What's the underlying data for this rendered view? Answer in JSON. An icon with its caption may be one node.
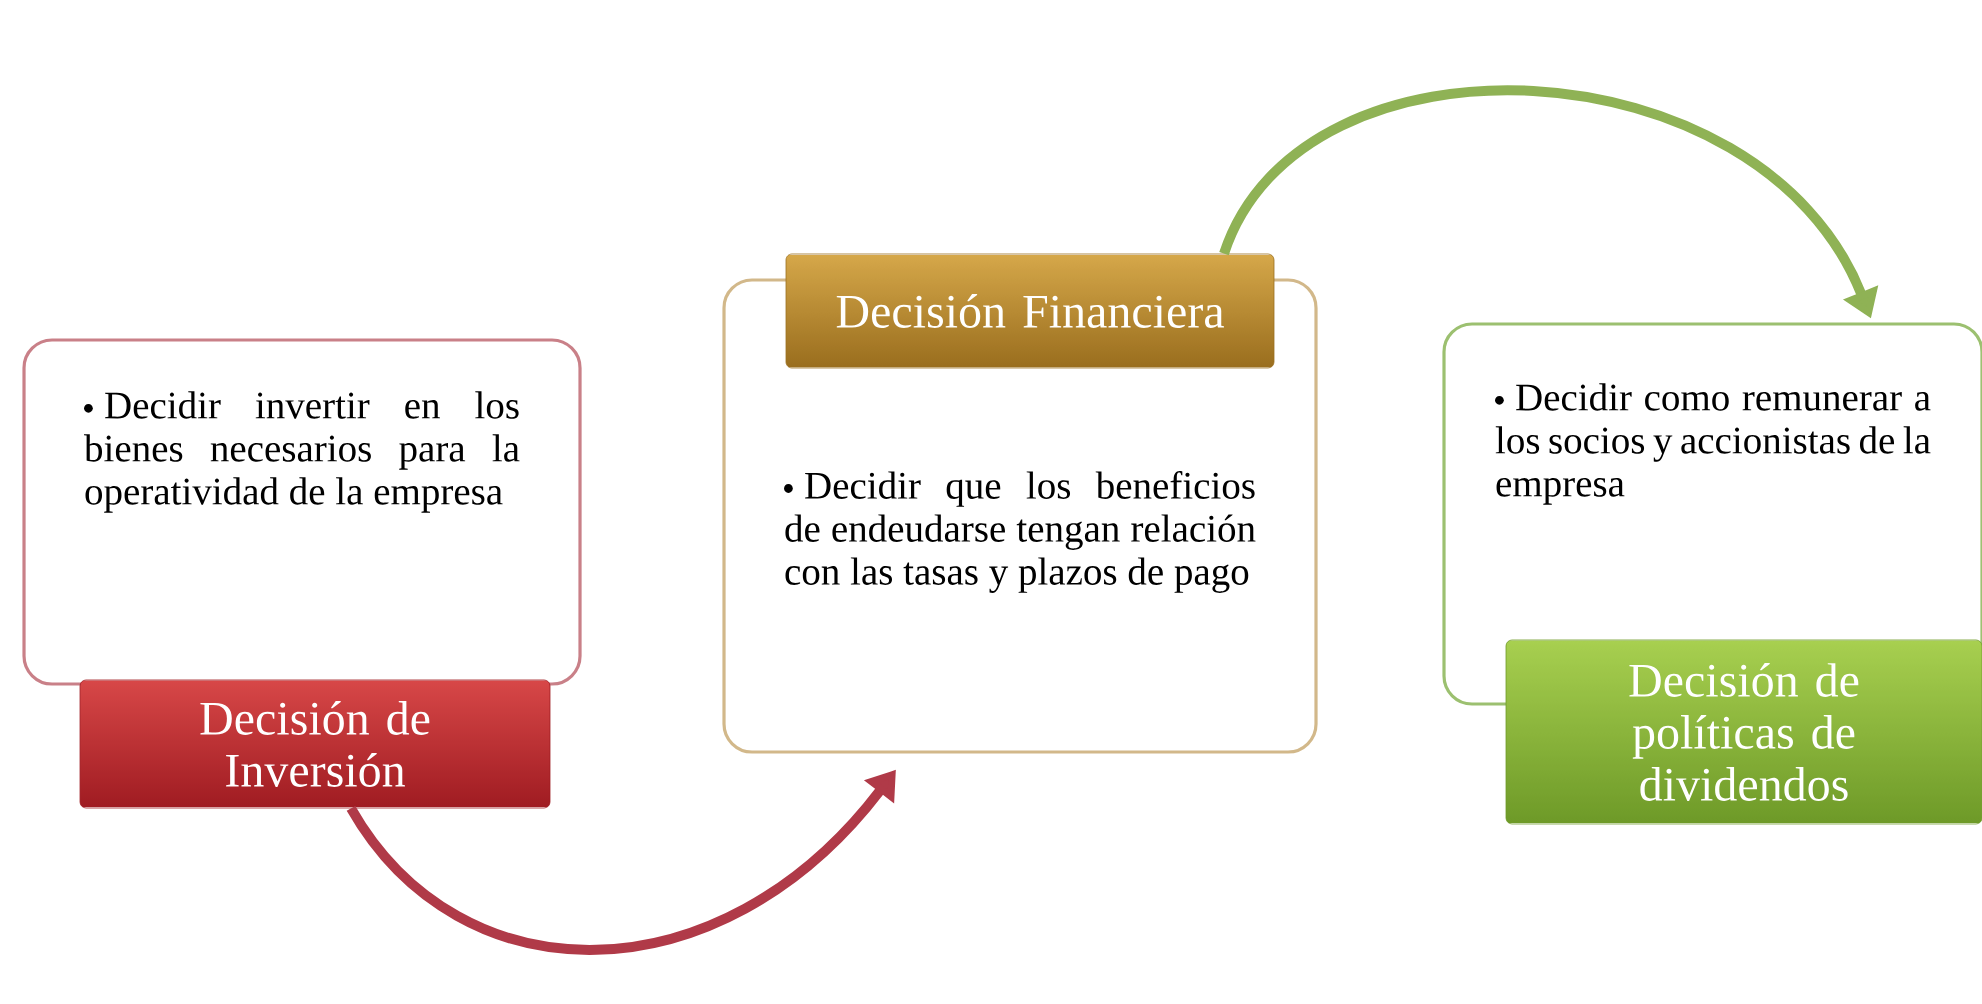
{
  "diagram": {
    "nodes": [
      {
        "text": [
          "Decidir invertir en los bienes necesarios para la operatividad de la empresa"
        ]
      },
      {
        "text": [
          "Decisión de Inversión"
        ]
      },
      {
        "text": [
          "Decisión Financiera"
        ]
      },
      {
        "text": [
          "Decidir que los beneficios de endeudarse tengan relación con las tasas y plazos de pago"
        ]
      },
      {
        "text": [
          "Decidir como remunerar a los socios y accionistas de la empresa"
        ]
      },
      {
        "text": [
          "Decisión de políticas de dividendos"
        ]
      }
    ],
    "edges": [
      {
        "from": 1,
        "to": 3,
        "arrow": "to",
        "color": "#b03a48"
      },
      {
        "from": 2,
        "to": 4,
        "arrow": "to",
        "color": "#8fb255"
      }
    ]
  }
}
